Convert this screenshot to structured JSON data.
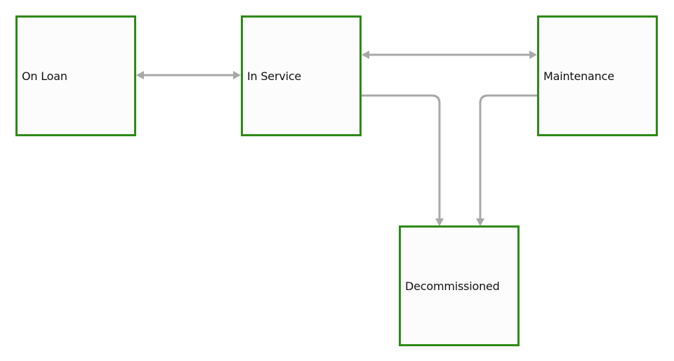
{
  "states": {
    "on_loan": {
      "label": "On Loan"
    },
    "in_service": {
      "label": "In Service"
    },
    "maintenance": {
      "label": "Maintenance"
    },
    "decommissioned": {
      "label": "Decommissioned"
    }
  },
  "transitions": [
    {
      "from": "On Loan",
      "to": "In Service",
      "bidirectional": true
    },
    {
      "from": "In Service",
      "to": "Maintenance",
      "bidirectional": true
    },
    {
      "from": "In Service",
      "to": "Decommissioned",
      "bidirectional": false
    },
    {
      "from": "Maintenance",
      "to": "Decommissioned",
      "bidirectional": false
    }
  ],
  "colors": {
    "state_border": "#2e8a16",
    "state_fill": "#fcfcfc",
    "connector": "#a8a8a8"
  }
}
